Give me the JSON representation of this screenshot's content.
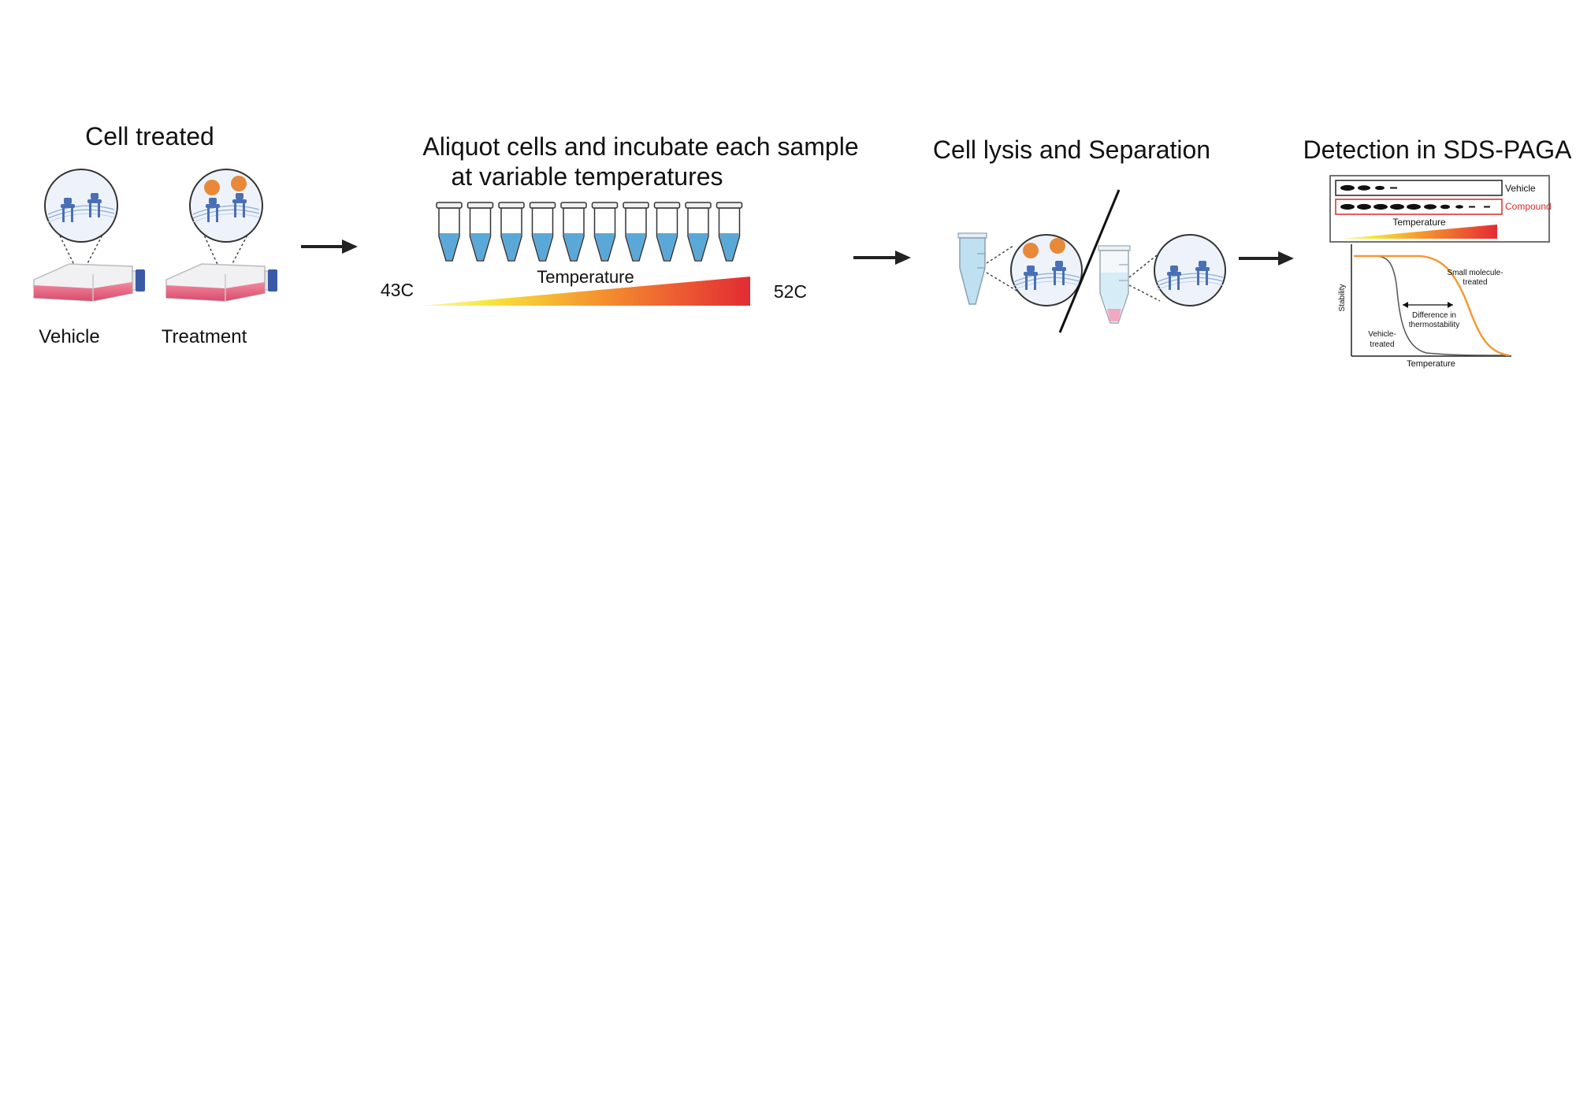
{
  "steps": {
    "cell_treated": {
      "title": "Cell treated",
      "vehicle_label": "Vehicle",
      "treatment_label": "Treatment"
    },
    "aliquot": {
      "title_line1": "Aliquot cells and incubate each sample",
      "title_line2": "at variable temperatures",
      "gradient_label": "Temperature",
      "low_temp": "43C",
      "high_temp": "52C",
      "tube_count": 10
    },
    "lysis": {
      "title": "Cell lysis and Separation"
    },
    "detection": {
      "title": "Detection in SDS-PAGA",
      "blot_vehicle_label": "Vehicle",
      "blot_compound_label": "Compound",
      "blot_gradient_label": "Temperature",
      "plot_ylabel": "Stability",
      "plot_xlabel": "Temperature",
      "curve_treated_label_line1": "Small molecule-",
      "curve_treated_label_line2": "treated",
      "curve_vehicle_label_line1": "Vehicle-",
      "curve_vehicle_label_line2": "treated",
      "difference_label_line1": "Difference in",
      "difference_label_line2": "thermostability"
    }
  },
  "colors": {
    "flask_media": "#e9617f",
    "flask_cap": "#3a5aa8",
    "compound": "#e8893a",
    "protein": "#4a6fb5",
    "tube_liquid": "#5aa8d8",
    "gradient_start": "#f6e73a",
    "gradient_end": "#e32b34",
    "treated_curve": "#f29a36",
    "compound_red": "#d72a2a"
  }
}
